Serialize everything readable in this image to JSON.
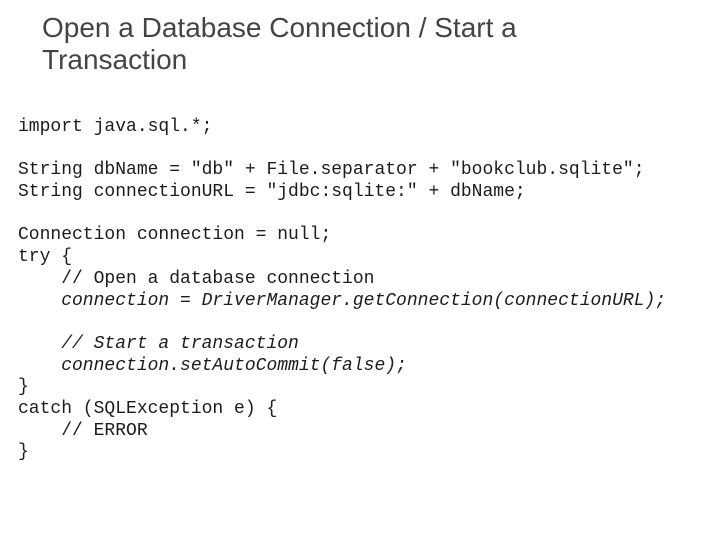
{
  "slide": {
    "title": "Open a Database Connection / Start a\nTransaction",
    "colors": {
      "background": "#ffffff",
      "title_text": "#424548",
      "code_text": "#1c1c1c"
    },
    "code_lines": [
      {
        "text": "import java.sql.*;",
        "style": "regular"
      },
      {
        "text": "",
        "style": "regular"
      },
      {
        "text": "String dbName = \"db\" + File.separator + \"bookclub.sqlite\";",
        "style": "regular"
      },
      {
        "text": "String connectionURL = \"jdbc:sqlite:\" + dbName;",
        "style": "regular"
      },
      {
        "text": "",
        "style": "regular"
      },
      {
        "text": "Connection connection = null;",
        "style": "regular"
      },
      {
        "text": "try {",
        "style": "regular"
      },
      {
        "text": "    // Open a database connection",
        "style": "regular"
      },
      {
        "text": "    connection = DriverManager.getConnection(connectionURL);",
        "style": "italic"
      },
      {
        "text": "",
        "style": "regular"
      },
      {
        "text": "    // Start a transaction",
        "style": "italic"
      },
      {
        "text": "    connection.setAutoCommit(false);",
        "style": "italic"
      },
      {
        "text": "}",
        "style": "regular"
      },
      {
        "text": "catch (SQLException e) {",
        "style": "regular"
      },
      {
        "text": "    // ERROR",
        "style": "regular"
      },
      {
        "text": "}",
        "style": "regular"
      }
    ]
  }
}
